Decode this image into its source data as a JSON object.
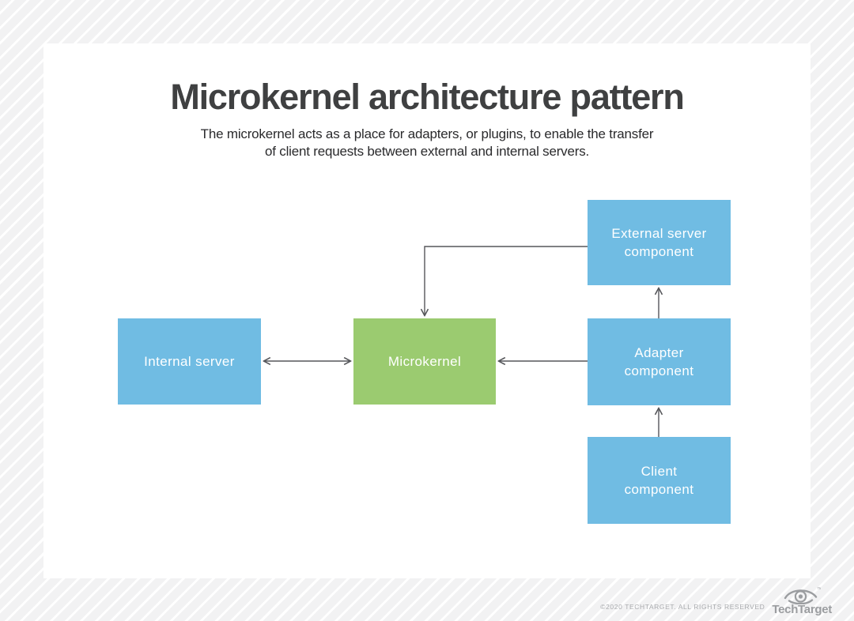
{
  "header": {
    "title": "Microkernel architecture pattern",
    "subtitle": "The microkernel acts as a place for adapters, or plugins, to enable the transfer\nof client requests between external and internal servers."
  },
  "diagram": {
    "nodes": [
      {
        "id": "external-server",
        "label": "External server\ncomponent",
        "color": "#70bce3"
      },
      {
        "id": "internal-server",
        "label": "Internal server",
        "color": "#70bce3"
      },
      {
        "id": "microkernel",
        "label": "Microkernel",
        "color": "#9bcb70"
      },
      {
        "id": "adapter",
        "label": "Adapter\ncomponent",
        "color": "#70bce3"
      },
      {
        "id": "client",
        "label": "Client\ncomponent",
        "color": "#70bce3"
      }
    ],
    "edges": [
      {
        "from": "internal-server",
        "to": "microkernel",
        "direction": "bidirectional",
        "shape": "straight"
      },
      {
        "from": "adapter",
        "to": "microkernel",
        "direction": "one-way",
        "shape": "straight"
      },
      {
        "from": "external-server",
        "to": "microkernel",
        "direction": "one-way",
        "shape": "elbow"
      },
      {
        "from": "adapter",
        "to": "external-server",
        "direction": "one-way",
        "shape": "straight"
      },
      {
        "from": "client",
        "to": "adapter",
        "direction": "one-way",
        "shape": "straight"
      }
    ]
  },
  "footer": {
    "copyright": "©2020 TECHTARGET. ALL RIGHTS RESERVED",
    "brand": "TechTarget",
    "logo_icon": "techtarget-eye-icon"
  },
  "colors": {
    "node_blue": "#70bce3",
    "node_green": "#9bcb70",
    "arrow": "#55565a",
    "title_text": "#3f4041",
    "subtitle_text": "#2a2a2c",
    "node_text": "#ffffff",
    "footer_text": "#a9abae",
    "background_stripe": "#f2f2f3",
    "card_background": "#ffffff"
  }
}
